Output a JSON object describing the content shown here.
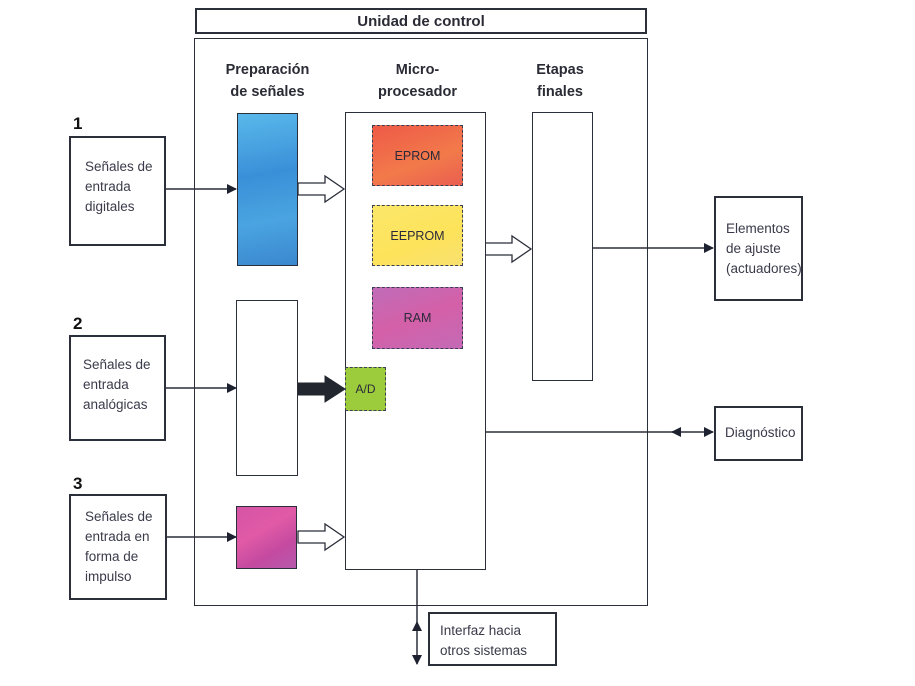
{
  "title": "Unidad de control",
  "columns": {
    "signal_prep": "Preparación\nde señales",
    "microprocessor": "Micro-\nprocesador",
    "final_stages": "Etapas\nfinales"
  },
  "inputs": [
    {
      "number": "1",
      "label": "Señales de\nentrada\ndigitales"
    },
    {
      "number": "2",
      "label": "Señales de\nentrada\nanalógicas"
    },
    {
      "number": "3",
      "label": "Señales de\nentrada en\nforma de\nimpulso"
    }
  ],
  "memory_blocks": [
    {
      "label": "EPROM",
      "color": "#f0624a"
    },
    {
      "label": "EEPROM",
      "color": "#fbe55a"
    },
    {
      "label": "RAM",
      "color": "#c766b4"
    }
  ],
  "converter": {
    "label": "A/D",
    "color": "#9ccc3c"
  },
  "prep_colors": {
    "digital": "#3aa0dc",
    "impulse": "#d24ea8"
  },
  "outputs": [
    {
      "label": "Elementos\nde ajuste\n(actuadores)"
    },
    {
      "label": "Diagnóstico"
    },
    {
      "label": "Interfaz hacia\notros sistemas"
    }
  ]
}
